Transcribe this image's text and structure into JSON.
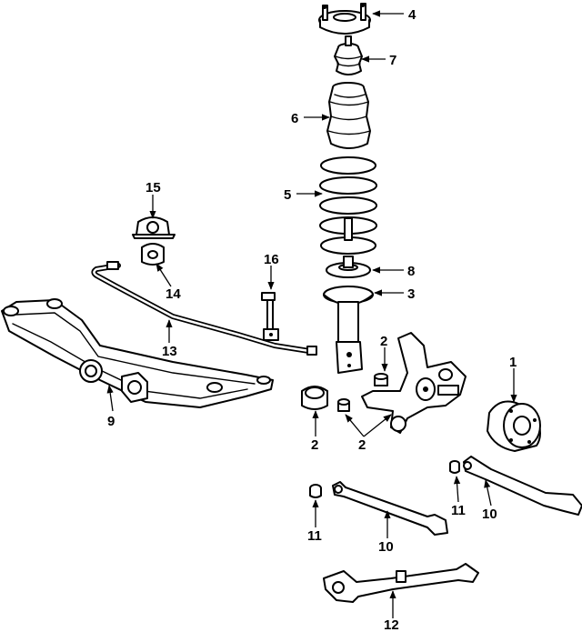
{
  "callouts": [
    {
      "id": "c4",
      "text": "4"
    },
    {
      "id": "c7",
      "text": "7"
    },
    {
      "id": "c6",
      "text": "6"
    },
    {
      "id": "c5",
      "text": "5"
    },
    {
      "id": "c15",
      "text": "15"
    },
    {
      "id": "c14",
      "text": "14"
    },
    {
      "id": "c16",
      "text": "16"
    },
    {
      "id": "c8",
      "text": "8"
    },
    {
      "id": "c3",
      "text": "3"
    },
    {
      "id": "c13",
      "text": "13"
    },
    {
      "id": "c2a",
      "text": "2"
    },
    {
      "id": "c1",
      "text": "1"
    },
    {
      "id": "c9",
      "text": "9"
    },
    {
      "id": "c2b",
      "text": "2"
    },
    {
      "id": "c2c",
      "text": "2"
    },
    {
      "id": "c11a",
      "text": "11"
    },
    {
      "id": "c10a",
      "text": "10"
    },
    {
      "id": "c11b",
      "text": "11"
    },
    {
      "id": "c10b",
      "text": "10"
    },
    {
      "id": "c12",
      "text": "12"
    }
  ]
}
